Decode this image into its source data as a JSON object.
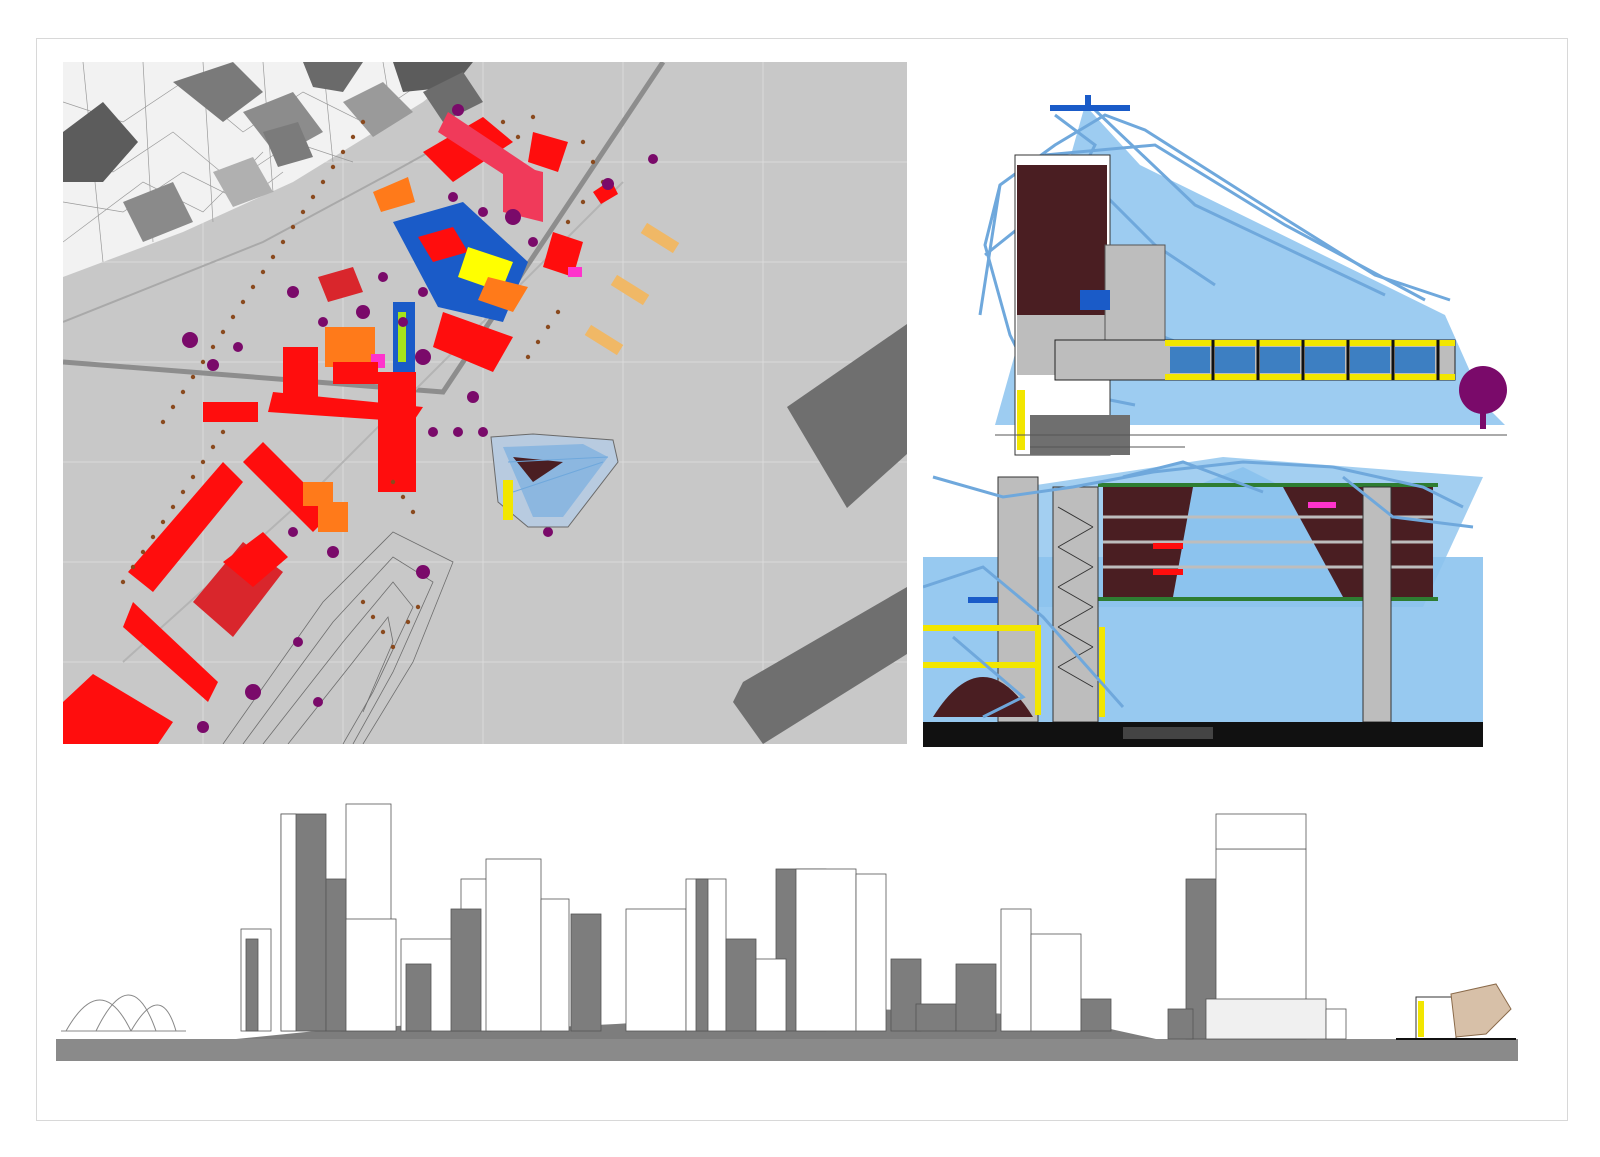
{
  "sheet": {
    "panels": [
      {
        "id": "site-plan",
        "label": ""
      },
      {
        "id": "section-a",
        "label": ""
      },
      {
        "id": "section-b",
        "label": ""
      },
      {
        "id": "skyline-elevation",
        "label": ""
      }
    ]
  },
  "colors": {
    "background": "#ffffff",
    "plan_ground": "#c8c8c8",
    "plan_dark": "#6f6f6f",
    "building_red": "#ff0d0d",
    "building_dark_red": "#d9262c",
    "building_pink": "#f03a5a",
    "building_orange": "#ff7a1a",
    "building_blue": "#1a5bc8",
    "building_yellow": "#ffff00",
    "building_magenta": "#ff33cc",
    "tree_purple": "#7a0a6a",
    "tree_brown": "#8a4a1e",
    "sand": "#f0b866",
    "sky_blue": "#8cc3ee",
    "blue_line": "#6fa8dc",
    "structure_yellow": "#f2e600",
    "interior_brown": "#4a1e22",
    "concrete_grey": "#bdbdbd",
    "skyline_grey": "#7d7d7d",
    "ground_grey": "#8a8a8a"
  },
  "icons": [
    "tree-icon",
    "sail-roof-icon"
  ]
}
